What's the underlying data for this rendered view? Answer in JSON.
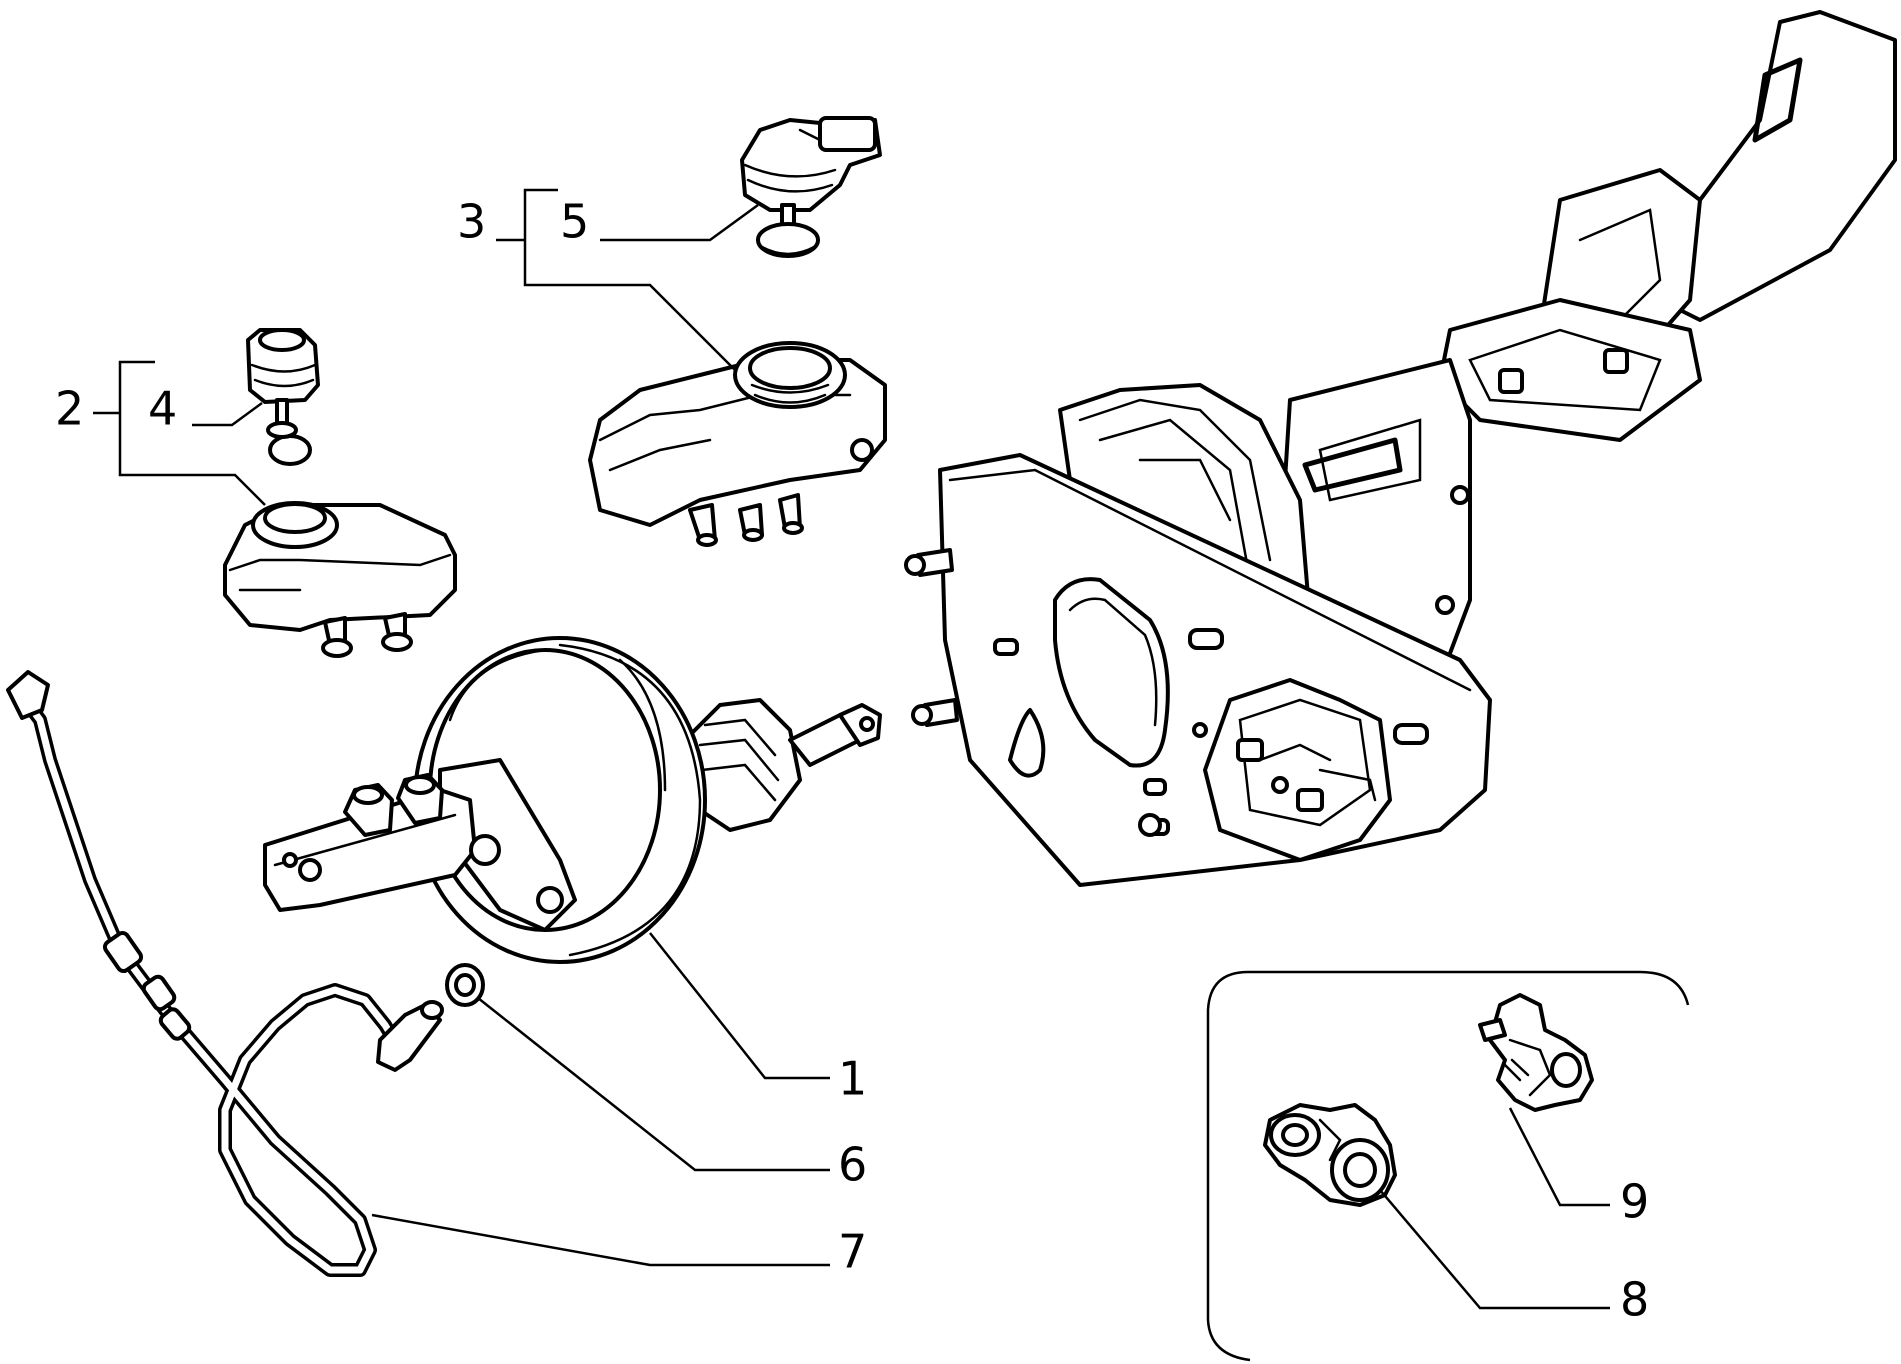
{
  "callouts": {
    "c1": "1",
    "c2": "2",
    "c3": "3",
    "c4": "4",
    "c5": "5",
    "c6": "6",
    "c7": "7",
    "c8": "8",
    "c9": "9"
  },
  "parts": [
    {
      "id": "1",
      "name": "brake servo booster"
    },
    {
      "id": "2",
      "name": "brake fluid reservoir"
    },
    {
      "id": "3",
      "name": "brake fluid reservoir with sensor"
    },
    {
      "id": "4",
      "name": "reservoir cap"
    },
    {
      "id": "5",
      "name": "reservoir cap with level sensor"
    },
    {
      "id": "6",
      "name": "seal ring"
    },
    {
      "id": "7",
      "name": "vacuum hose"
    },
    {
      "id": "8",
      "name": "hose clip"
    },
    {
      "id": "9",
      "name": "hose clip"
    }
  ]
}
